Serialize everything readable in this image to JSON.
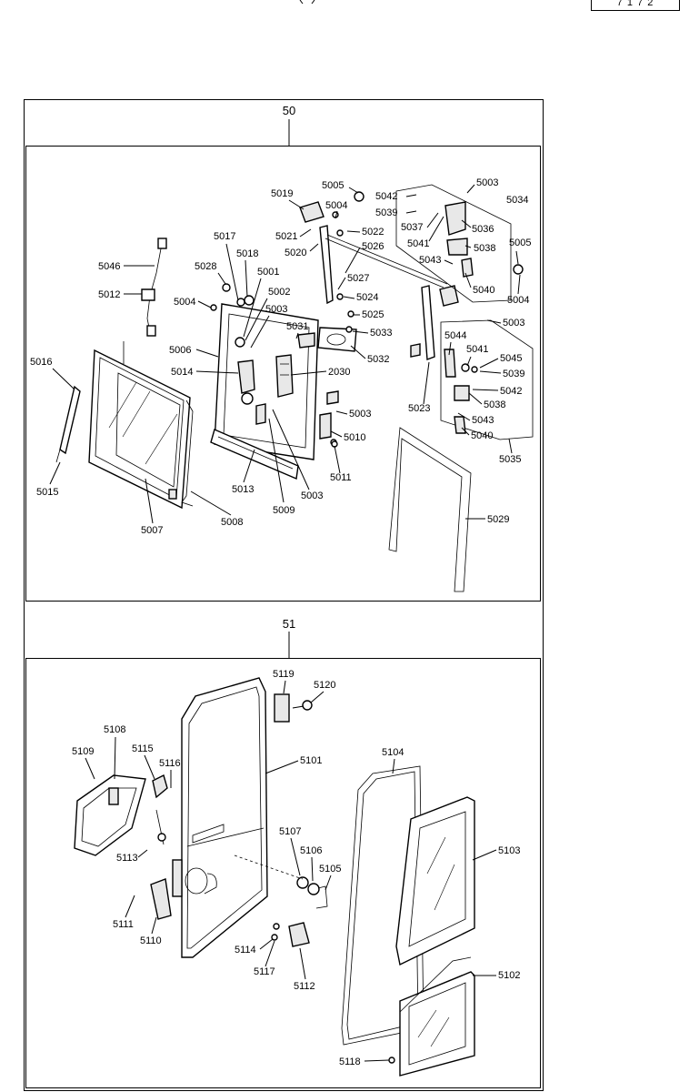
{
  "header": {
    "page_number": "7 1 7 2"
  },
  "sections": [
    {
      "group": "50",
      "labels": [
        "5005",
        "5003",
        "5019",
        "5042",
        "5034",
        "5004",
        "5039",
        "5021",
        "5022",
        "5037",
        "5036",
        "5020",
        "5026",
        "5041",
        "5038",
        "5005",
        "5017",
        "5043",
        "5046",
        "5018",
        "5028",
        "5001",
        "5027",
        "5040",
        "5012",
        "5024",
        "5004",
        "5004",
        "5002",
        "5025",
        "5003",
        "5003",
        "5031",
        "5033",
        "5006",
        "5044",
        "5041",
        "5045",
        "5016",
        "5032",
        "5014",
        "2030",
        "5039",
        "5042",
        "5038",
        "5003",
        "5023",
        "5043",
        "5010",
        "5040",
        "5015",
        "5011",
        "5013",
        "5035",
        "5009",
        "5003",
        "5029",
        "5008",
        "5007"
      ]
    },
    {
      "group": "51",
      "labels": [
        "5119",
        "5120",
        "5108",
        "5109",
        "5115",
        "5116",
        "5101",
        "5104",
        "5107",
        "5106",
        "5103",
        "5113",
        "5105",
        "5111",
        "5110",
        "5114",
        "5102",
        "5117",
        "5112",
        "5118"
      ]
    }
  ]
}
